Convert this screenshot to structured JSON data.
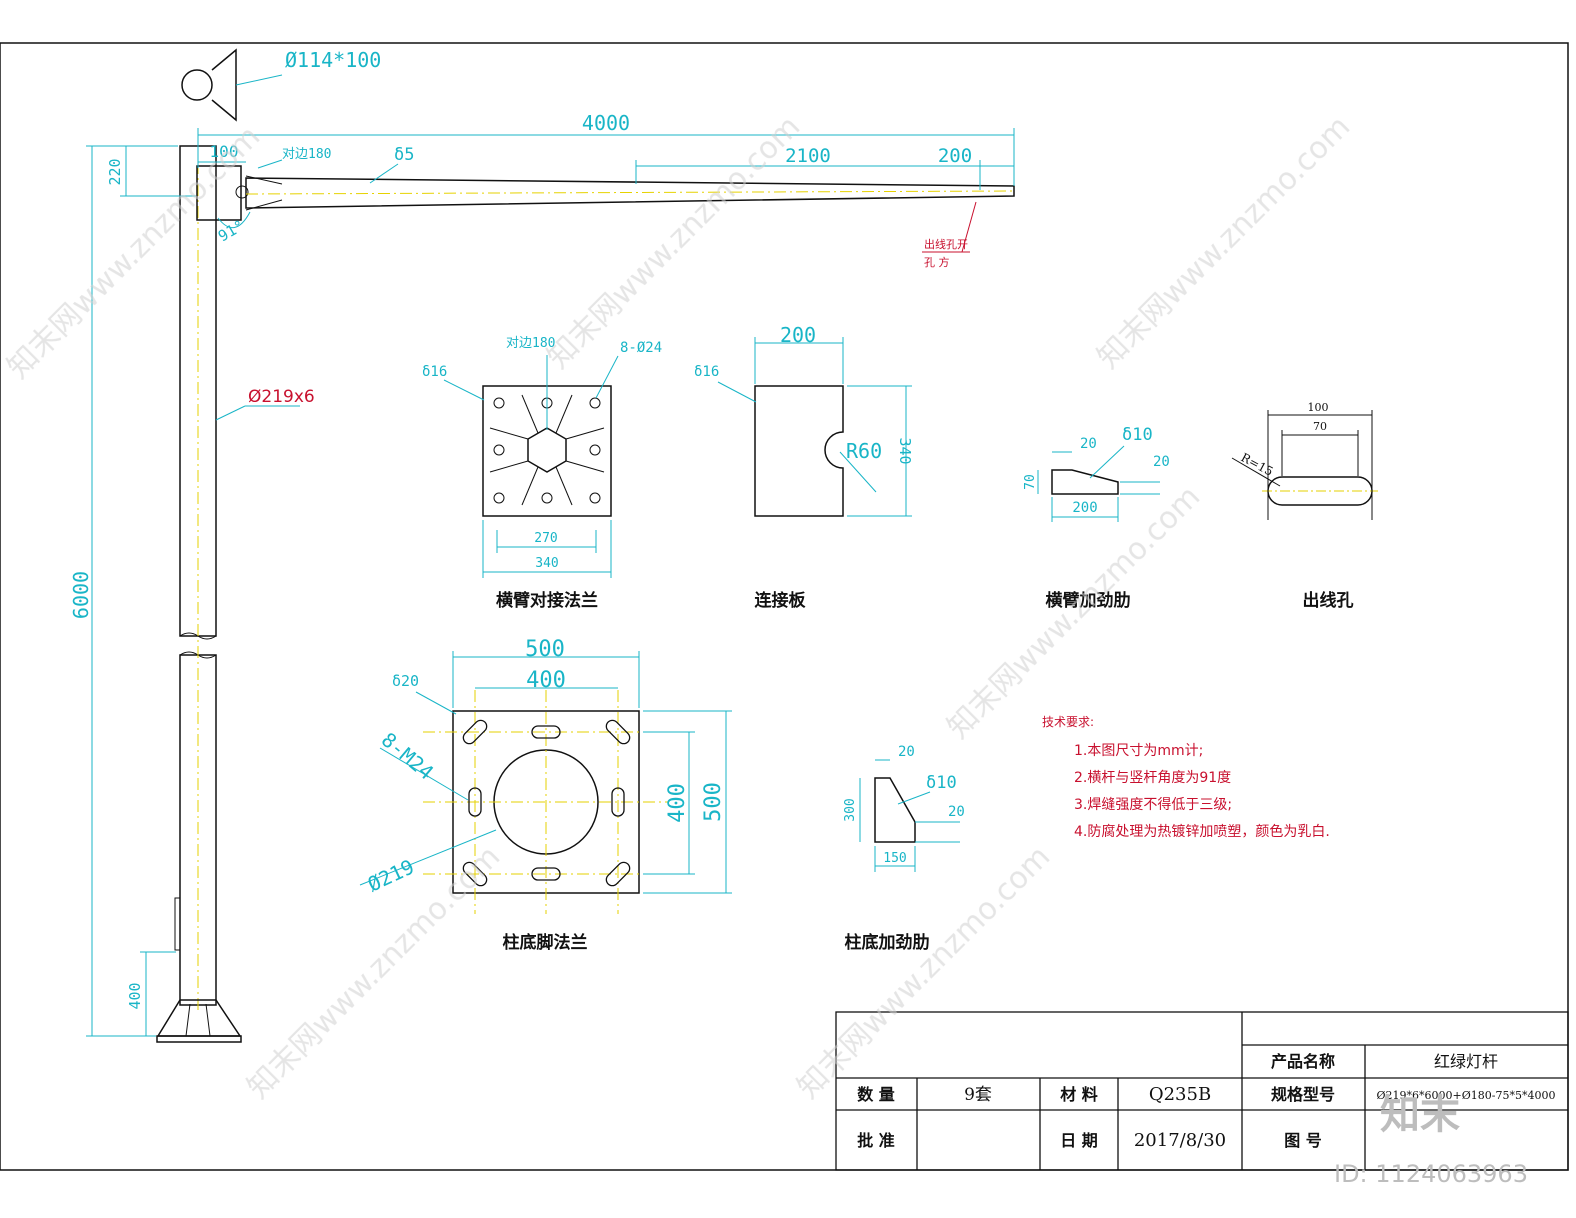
{
  "drawing": {
    "top_lamp_label": "Ø114*100",
    "arm": {
      "len_total": "4000",
      "len_2100": "2100",
      "len_200": "200",
      "offset_100": "100",
      "flange_label": "对边180",
      "thickness": "δ5",
      "angle": "91°",
      "height_220": "220",
      "outlet_note_1": "出线孔开",
      "outlet_note_2": "孔  方"
    },
    "pole": {
      "height_total": "6000",
      "height_400": "400",
      "diameter": "Ø219x6"
    },
    "details": {
      "arm_flange": {
        "title": "横臂对接法兰",
        "flat": "对边180",
        "holes": "8-Ø24",
        "thk": "δ16",
        "d270": "270",
        "d340": "340"
      },
      "connect_plate": {
        "title": "连接板",
        "thk": "δ16",
        "w": "200",
        "r": "R60",
        "h": "340"
      },
      "arm_rib": {
        "title": "横臂加劲肋",
        "t": "20",
        "thk": "δ10",
        "h": "70",
        "w": "200",
        "tip": "20"
      },
      "outlet_hole": {
        "title": "出线孔",
        "w100": "100",
        "w70": "70",
        "r": "R=15"
      },
      "base_flange": {
        "title": "柱底脚法兰",
        "thk": "δ20",
        "w500": "500",
        "w400": "400",
        "bolts": "8-M24",
        "dia": "Ø219",
        "h400": "400",
        "h500": "500"
      },
      "base_rib": {
        "title": "柱底加劲肋",
        "t": "20",
        "thk": "δ10",
        "h": "300",
        "tip": "20",
        "w": "150"
      }
    },
    "tech": {
      "heading": "技术要求:",
      "items": [
        "1.本图尺寸为mm计;",
        "2.横杆与竖杆角度为91度",
        "3.焊缝强度不得低于三级;",
        "4.防腐处理为热镀锌加喷塑，颜色为乳白."
      ]
    }
  },
  "title_block": {
    "qty_label": "数    量",
    "qty_value": "9套",
    "material_label": "材    料",
    "material_value": "Q235B",
    "approve_label": "批    准",
    "date_label": "日    期",
    "date_value": "2017/8/30",
    "product_label": "产品名称",
    "product_value": "红绿灯杆",
    "spec_label": "规格型号",
    "spec_value": "Ø219*6*6000+Ø180-75*5*4000",
    "drawing_no_label": "图    号"
  },
  "watermark": {
    "site": "知末网www.znzmo.com",
    "brand": "知末",
    "id": "ID: 1124063963"
  },
  "colors": {
    "dim": "#19b5c7",
    "red": "#c8102e",
    "center": "#e6d200",
    "line": "#111111"
  }
}
